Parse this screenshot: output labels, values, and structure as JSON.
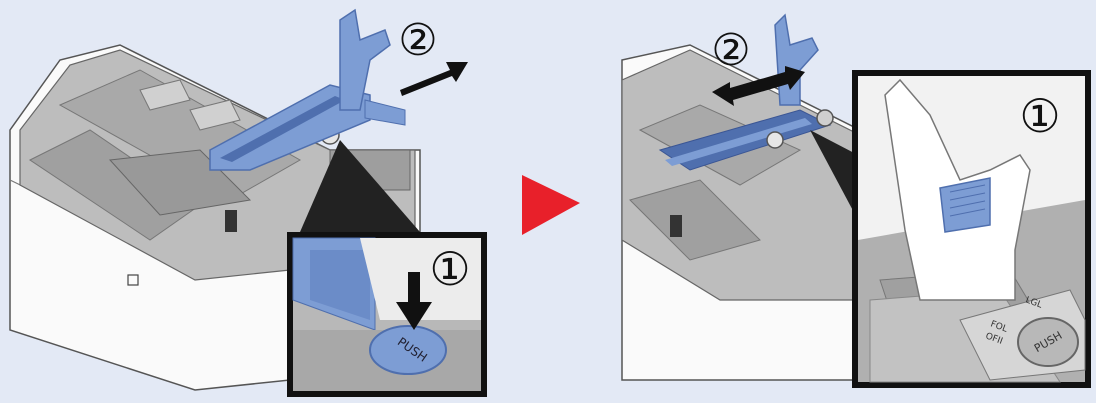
{
  "colors": {
    "background": "#e3e9f5",
    "tray_gray": "#bdbdbd",
    "tray_dark": "#8c8c8c",
    "tray_white": "#fafafa",
    "guide_blue": "#7d9dd4",
    "guide_blue_dark": "#4f6fae",
    "arrow_black": "#111111",
    "next_arrow_red": "#e8202a"
  },
  "icons": {
    "step_arrow": "red-triangle-right-icon",
    "push_indicator": "black-down-arrow-icon",
    "slide_indicator": "black-arrow-icon"
  },
  "left_panel": {
    "step_1_label": "①",
    "step_2_label": "②",
    "push_button_text": "PUSH"
  },
  "right_panel": {
    "step_1_label": "①",
    "step_2_label": "②",
    "push_button_text": "PUSH",
    "size_marks": [
      "LGL",
      "FOL",
      "OFII"
    ]
  }
}
